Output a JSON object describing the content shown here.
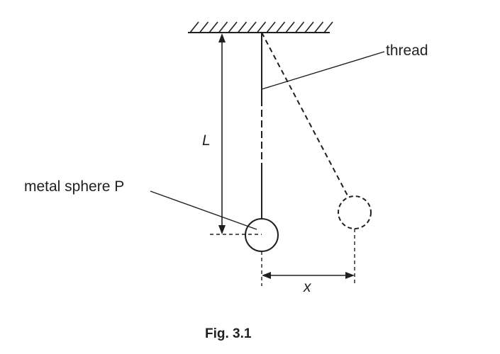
{
  "labels": {
    "thread": "thread",
    "length_symbol": "L",
    "sphere": "metal sphere P",
    "displacement_symbol": "x"
  },
  "caption": "Fig. 3.1",
  "colors": {
    "ink": "#231f20",
    "background": "#ffffff"
  }
}
